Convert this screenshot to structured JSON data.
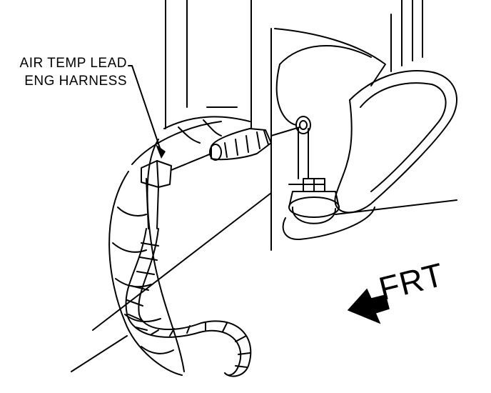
{
  "callout": {
    "line1": "AIR TEMP LEAD",
    "line2": "ENG HARNESS"
  },
  "direction": {
    "label": "FRT"
  },
  "colors": {
    "ink": "#000000",
    "paper": "#ffffff"
  }
}
